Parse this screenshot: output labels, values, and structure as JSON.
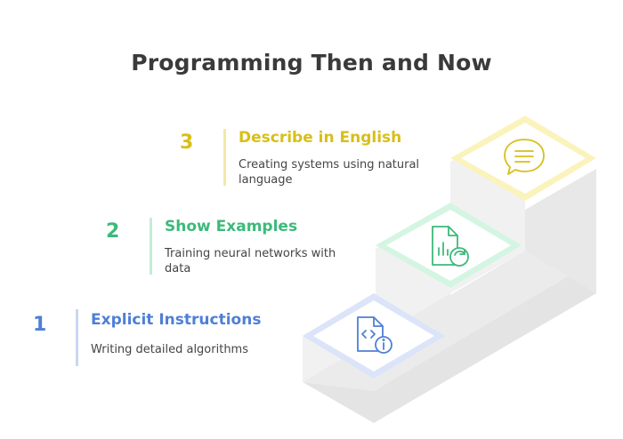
{
  "title": "Programming Then and Now",
  "steps": [
    {
      "number": "1",
      "title": "Explicit Instructions",
      "description": "Writing detailed algorithms",
      "icon": "code-document-info-icon",
      "color": "#4f7fd6",
      "bar_color": "#c9d7f2",
      "tile_color": "#dbe4f8"
    },
    {
      "number": "2",
      "title": "Show Examples",
      "description": "Training neural networks with data",
      "icon": "chart-document-refresh-icon",
      "color": "#3cba7a",
      "bar_color": "#c6ecd6",
      "tile_color": "#d5f5e3"
    },
    {
      "number": "3",
      "title": "Describe in English",
      "description": "Creating systems using natural language",
      "icon": "speech-bubble-icon",
      "color": "#d8bf18",
      "bar_color": "#f3e9a8",
      "tile_color": "#fbf3bc"
    }
  ]
}
